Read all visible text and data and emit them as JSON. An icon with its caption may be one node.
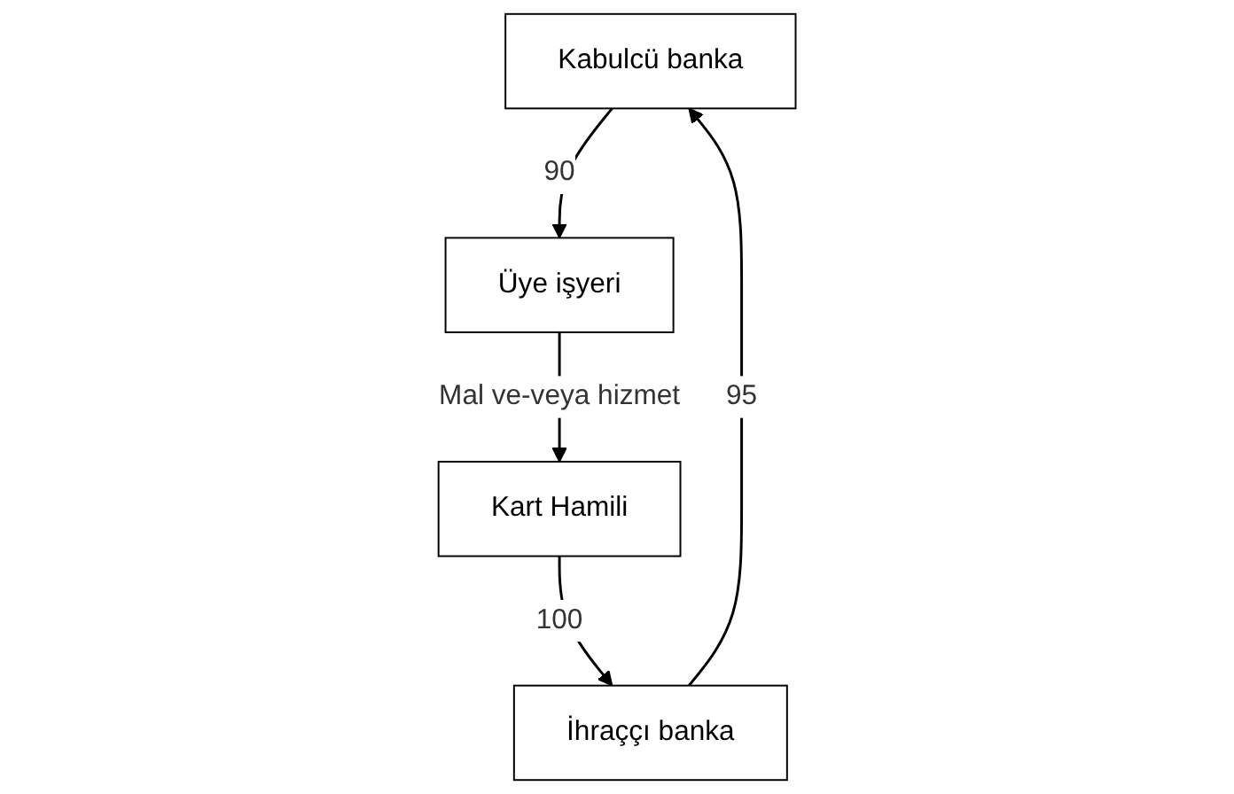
{
  "diagram": {
    "nodes": [
      {
        "text": [
          "Kabulcü banka"
        ]
      },
      {
        "text": [
          "İhraççı banka"
        ]
      },
      {
        "text": [
          "Üye işyeri"
        ]
      },
      {
        "text": [
          "Kart Hamili"
        ]
      }
    ],
    "edges": [
      {
        "from": 1,
        "to": 0,
        "arrow": "to",
        "label": "95"
      },
      {
        "from": 0,
        "to": 2,
        "arrow": "to",
        "label": "90"
      },
      {
        "from": 2,
        "to": 3,
        "arrow": "to",
        "label": "Mal ve-veya hizmet"
      },
      {
        "from": 3,
        "to": 1,
        "arrow": "to",
        "label": "100"
      }
    ]
  }
}
